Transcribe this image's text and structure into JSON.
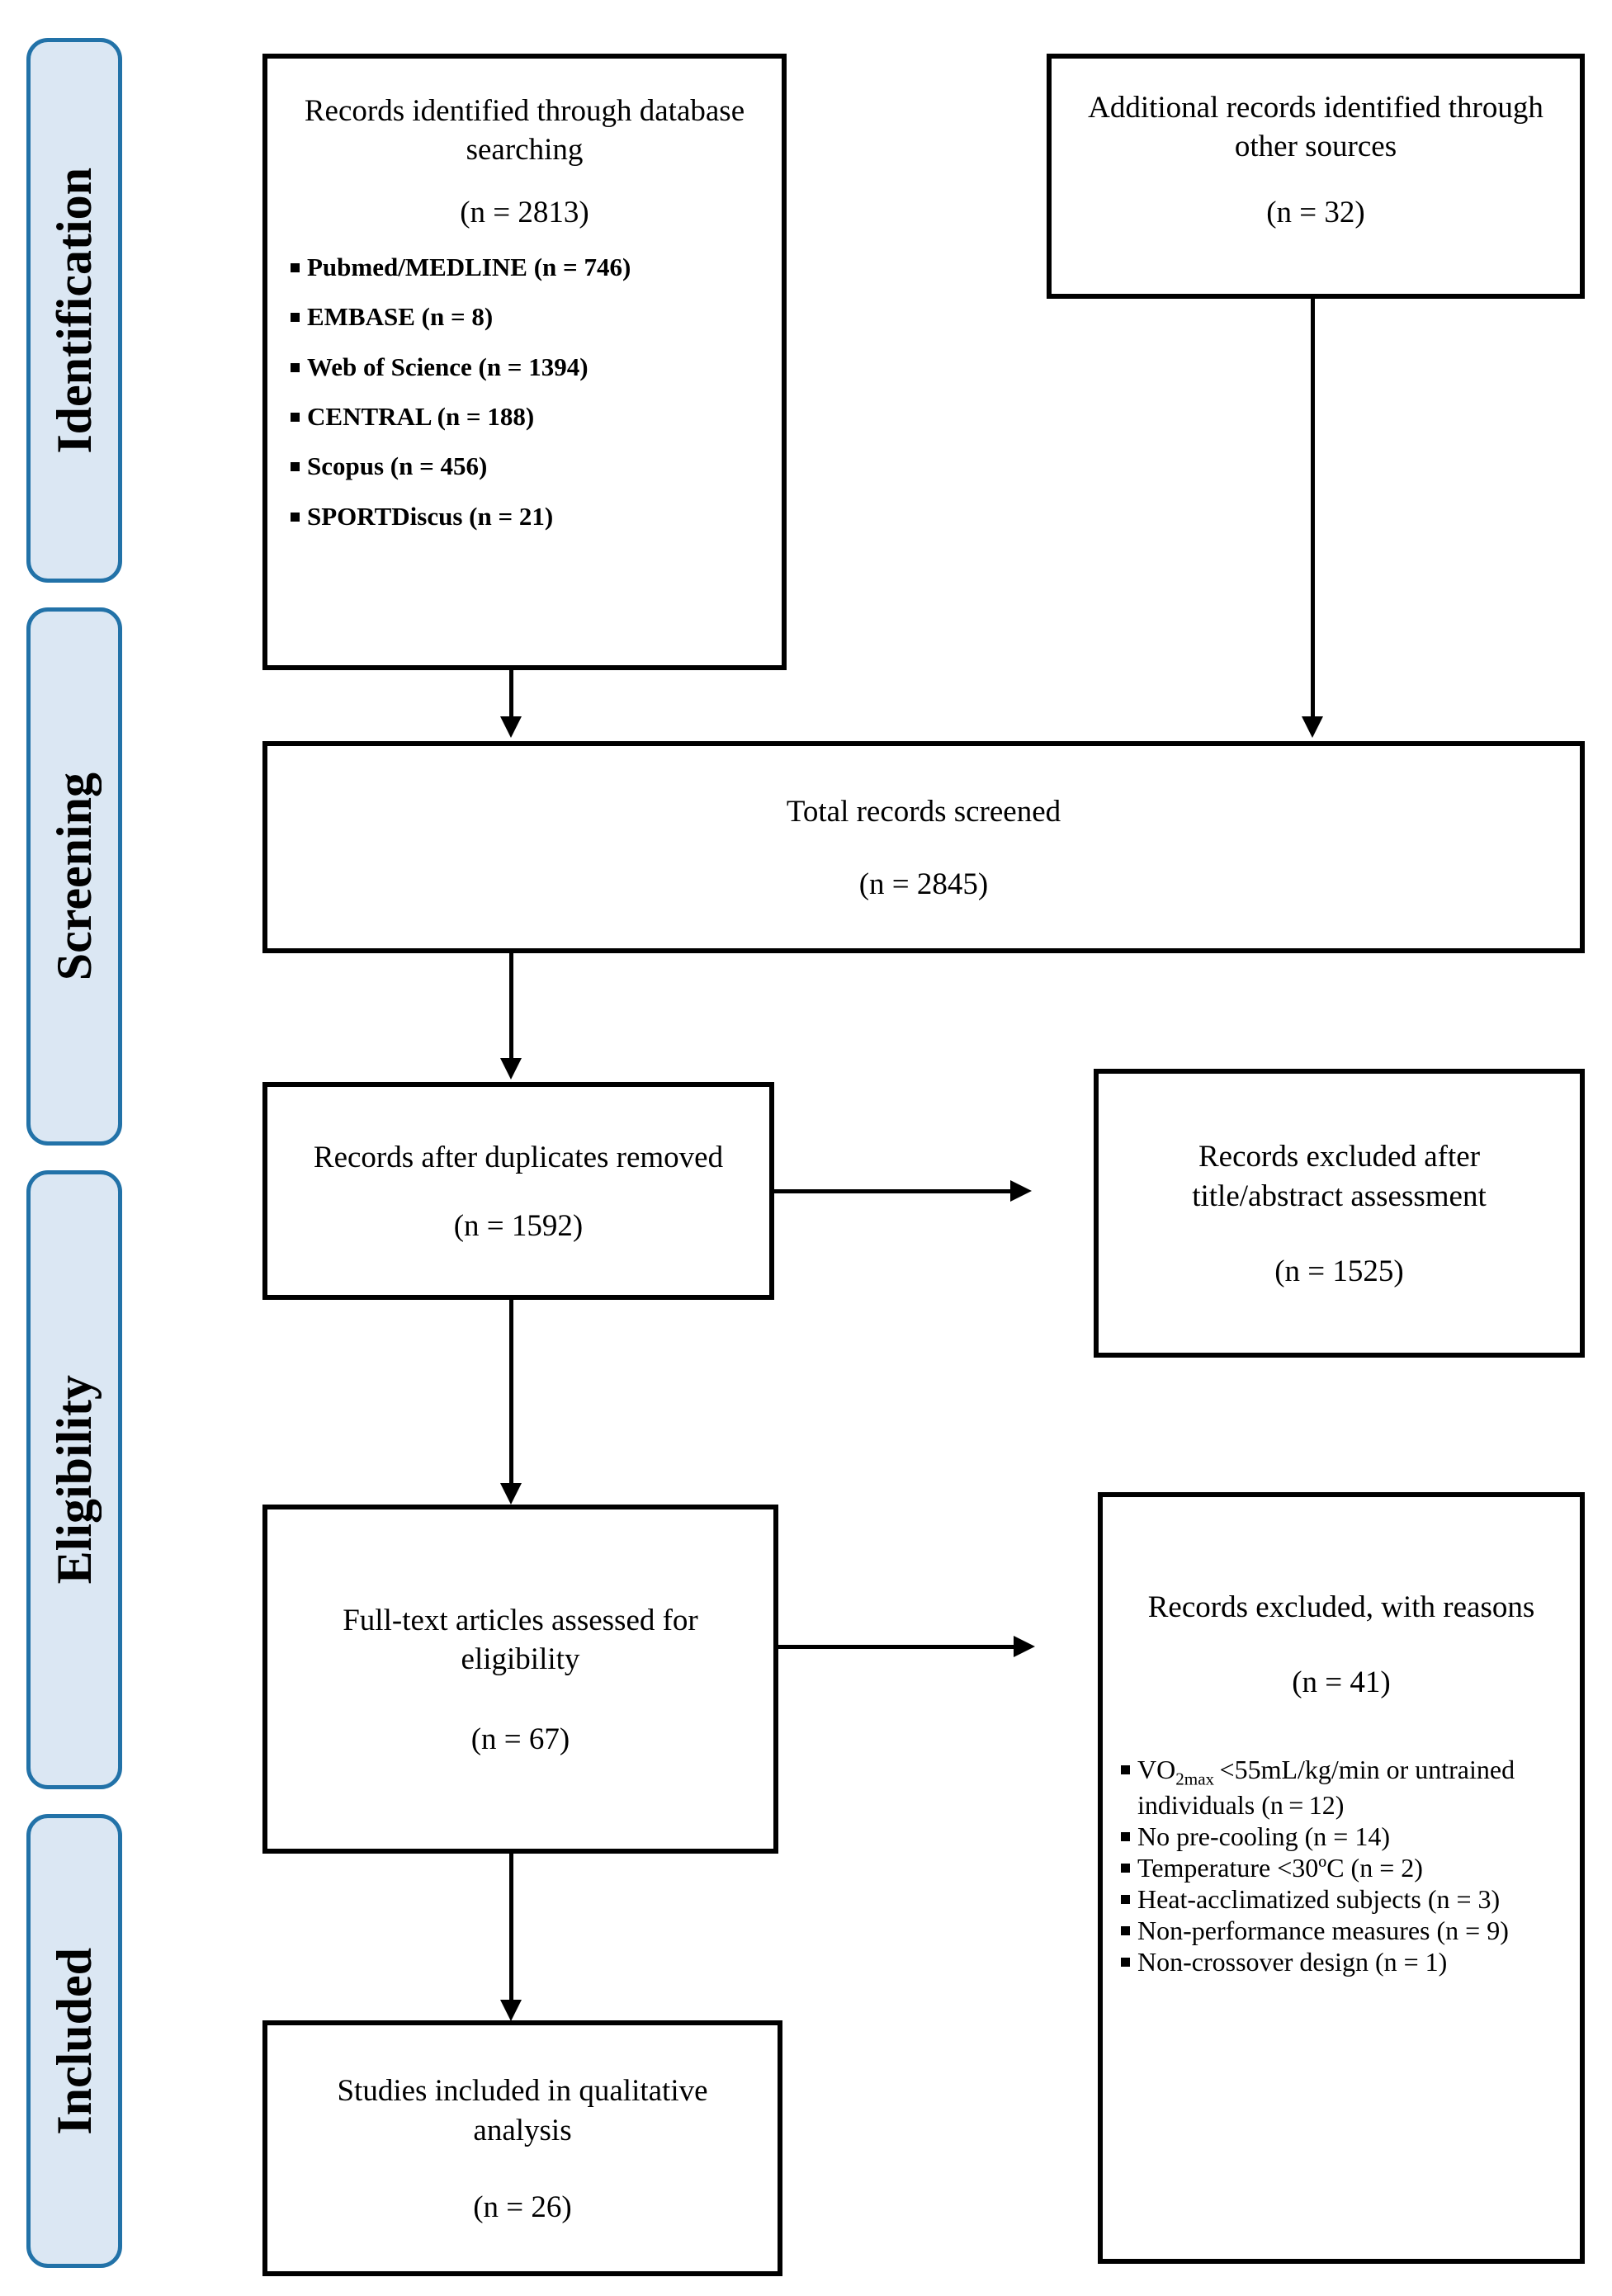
{
  "diagram": {
    "title": "PRISMA flow diagram",
    "accent_color": "#2272a8",
    "stage_fill": "#dbe7f3",
    "line_color": "#000000"
  },
  "stages": [
    {
      "label": "Identification"
    },
    {
      "label": "Screening"
    },
    {
      "label": "Eligibility"
    },
    {
      "label": "Included"
    }
  ],
  "boxes": {
    "database_search": {
      "title": "Records identified through database searching",
      "count": "(n = 2813)",
      "sources": [
        "Pubmed/MEDLINE (n = 746)",
        "EMBASE (n = 8)",
        "Web of Science (n = 1394)",
        "CENTRAL (n = 188)",
        "Scopus (n = 456)",
        "SPORTDiscus (n = 21)"
      ]
    },
    "other_sources": {
      "title": "Additional records identified through other sources",
      "count": "(n = 32)"
    },
    "total_screened": {
      "title": "Total records screened",
      "count": "(n = 2845)"
    },
    "after_duplicates": {
      "title": "Records after duplicates removed",
      "count": "(n = 1592)"
    },
    "excluded_title_abstract": {
      "title": "Records excluded after title/abstract assessment",
      "count": "(n = 1525)"
    },
    "fulltext_assessed": {
      "title": "Full-text articles assessed for eligibility",
      "count": "(n = 67)"
    },
    "excluded_with_reasons": {
      "title": "Records excluded, with reasons",
      "count": "(n = 41)",
      "reasons": [
        "VO2max <55mL/kg/min or untrained individuals (n = 12)",
        "No pre-cooling (n = 14)",
        "Temperature <30ºC (n = 2)",
        "Heat-acclimatized subjects (n = 3)",
        "Non-performance measures (n = 9)",
        "Non-crossover design (n = 1)"
      ]
    },
    "included_qualitative": {
      "title": "Studies included in qualitative analysis",
      "count": "(n = 26)"
    }
  },
  "chart_data": {
    "type": "diagram",
    "title": "PRISMA flow diagram",
    "nodes": [
      {
        "id": "database_search",
        "label": "Records identified through database searching",
        "n": 2813,
        "breakdown": [
          {
            "source": "Pubmed/MEDLINE",
            "n": 746
          },
          {
            "source": "EMBASE",
            "n": 8
          },
          {
            "source": "Web of Science",
            "n": 1394
          },
          {
            "source": "CENTRAL",
            "n": 188
          },
          {
            "source": "Scopus",
            "n": 456
          },
          {
            "source": "SPORTDiscus",
            "n": 21
          }
        ]
      },
      {
        "id": "other_sources",
        "label": "Additional records identified through other sources",
        "n": 32
      },
      {
        "id": "total_screened",
        "label": "Total records screened",
        "n": 2845
      },
      {
        "id": "after_duplicates",
        "label": "Records after duplicates removed",
        "n": 1592
      },
      {
        "id": "excluded_title_abstract",
        "label": "Records excluded after title/abstract assessment",
        "n": 1525
      },
      {
        "id": "fulltext_assessed",
        "label": "Full-text articles assessed for eligibility",
        "n": 67
      },
      {
        "id": "excluded_with_reasons",
        "label": "Records excluded, with reasons",
        "n": 41,
        "breakdown": [
          {
            "reason": "VO2max <55mL/kg/min or untrained individuals",
            "n": 12
          },
          {
            "reason": "No pre-cooling",
            "n": 14
          },
          {
            "reason": "Temperature <30ºC",
            "n": 2
          },
          {
            "reason": "Heat-acclimatized subjects",
            "n": 3
          },
          {
            "reason": "Non-performance measures",
            "n": 9
          },
          {
            "reason": "Non-crossover design",
            "n": 1
          }
        ]
      },
      {
        "id": "included_qualitative",
        "label": "Studies included in qualitative analysis",
        "n": 26
      }
    ],
    "edges": [
      {
        "from": "database_search",
        "to": "total_screened"
      },
      {
        "from": "other_sources",
        "to": "total_screened"
      },
      {
        "from": "total_screened",
        "to": "after_duplicates"
      },
      {
        "from": "after_duplicates",
        "to": "excluded_title_abstract"
      },
      {
        "from": "after_duplicates",
        "to": "fulltext_assessed"
      },
      {
        "from": "fulltext_assessed",
        "to": "excluded_with_reasons"
      },
      {
        "from": "fulltext_assessed",
        "to": "included_qualitative"
      }
    ],
    "stages": [
      "Identification",
      "Screening",
      "Eligibility",
      "Included"
    ]
  }
}
